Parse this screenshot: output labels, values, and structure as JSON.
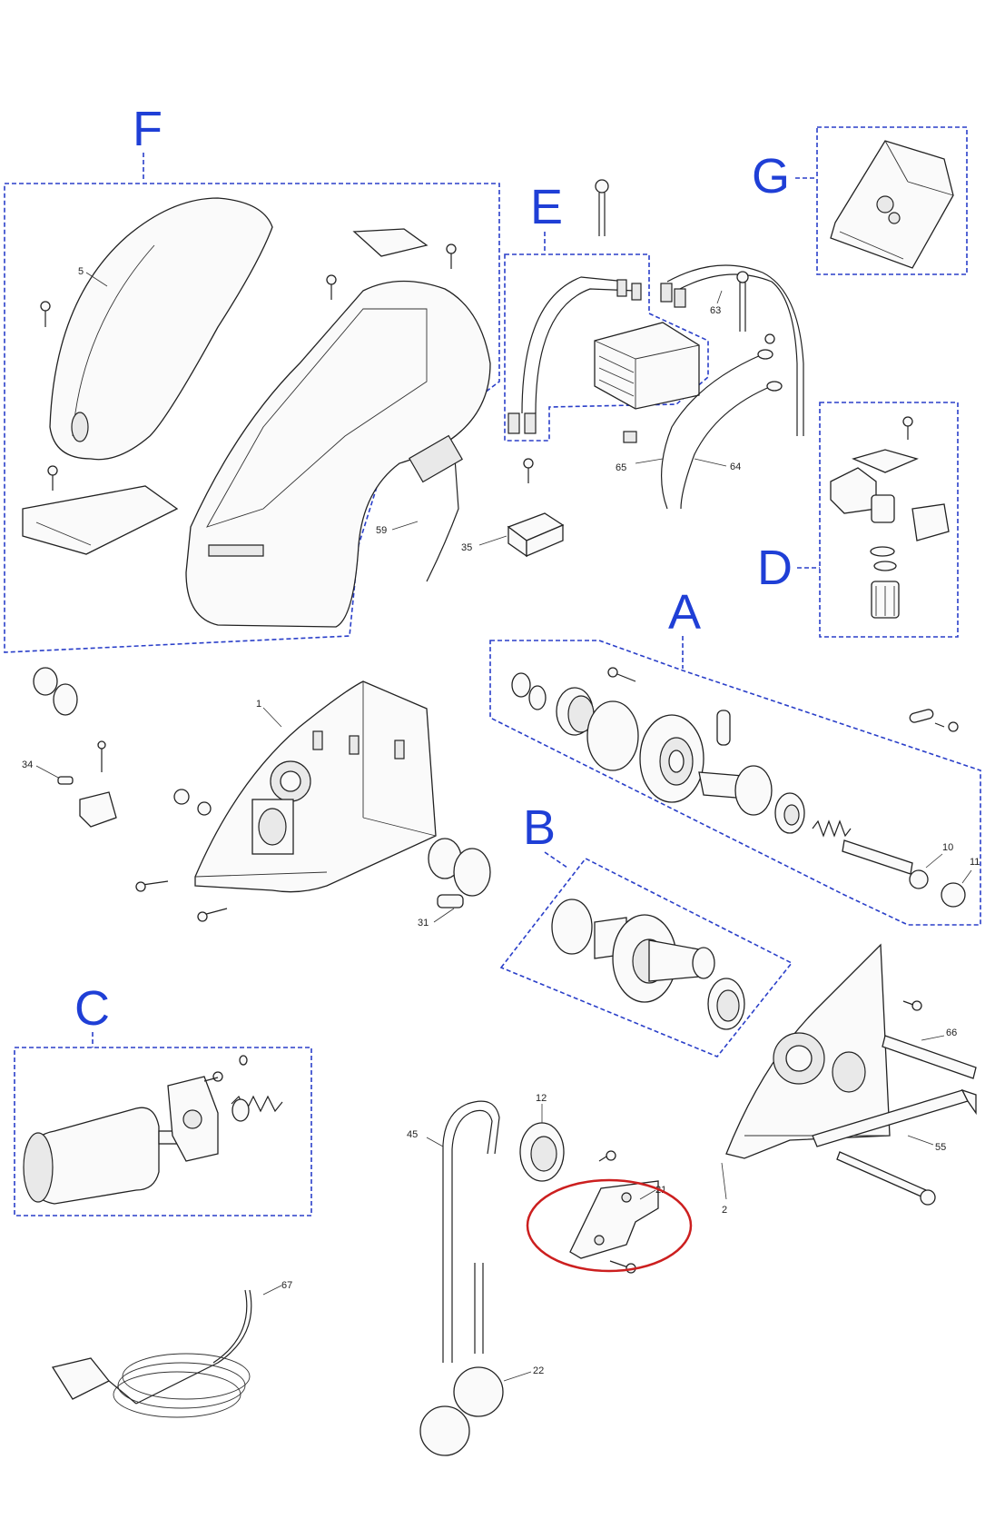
{
  "groups": {
    "F": "F",
    "E": "E",
    "G": "G",
    "D": "D",
    "A": "A",
    "B": "B",
    "C": "C"
  },
  "callouts": {
    "p1": "1",
    "p2": "2",
    "p5": "5",
    "p10": "10",
    "p11": "11",
    "p12": "12",
    "p21": "21",
    "p22": "22",
    "p31": "31",
    "p34": "34",
    "p35": "35",
    "p45": "45",
    "p55": "55",
    "p59": "59",
    "p63": "63",
    "p64": "64",
    "p65": "65",
    "p66": "66",
    "p67": "67"
  },
  "colors": {
    "group_box": "#2a3fc9",
    "group_letter": "#1f3fd6",
    "highlight_ellipse": "#cc1f1f"
  }
}
